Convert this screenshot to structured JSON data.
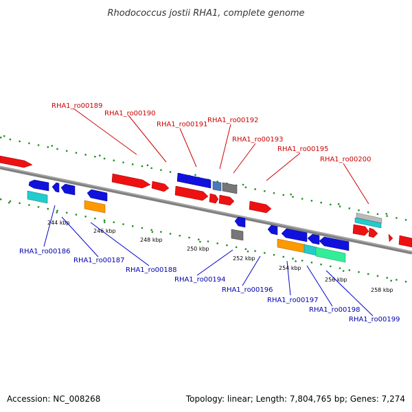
{
  "title": "Rhodococcus jostii RHA1, complete genome",
  "footer": {
    "accession": "Accession: NC_008268",
    "summary": "Topology: linear; Length: 7,804,765 bp; Genes: 7,274"
  },
  "colors": {
    "backbone": "#808080",
    "tick_marks": "#228B22",
    "top_labels": "#cc0000",
    "bottom_labels": "#0000aa",
    "red": "#ee1111",
    "blue": "#1111dd",
    "cyan": "#22cccc",
    "orange": "#ff9900",
    "gray": "#777777",
    "lightgray": "#bbbbbb",
    "steelblue": "#4a7ab5",
    "green": "#33ee99"
  },
  "ticks": [
    {
      "label": "244 kbp"
    },
    {
      "label": "246 kbp"
    },
    {
      "label": "248 kbp"
    },
    {
      "label": "250 kbp"
    },
    {
      "label": "252 kbp"
    },
    {
      "label": "254 kbp"
    },
    {
      "label": "256 kbp"
    },
    {
      "label": "258 kbp"
    }
  ],
  "labels_top": [
    {
      "id": "RHA1_ro00189"
    },
    {
      "id": "RHA1_ro00190"
    },
    {
      "id": "RHA1_ro00191"
    },
    {
      "id": "RHA1_ro00192"
    },
    {
      "id": "RHA1_ro00193"
    },
    {
      "id": "RHA1_ro00195"
    },
    {
      "id": "RHA1_ro00200"
    }
  ],
  "labels_bottom": [
    {
      "id": "RHA1_ro00186"
    },
    {
      "id": "RHA1_ro00187"
    },
    {
      "id": "RHA1_ro00188"
    },
    {
      "id": "RHA1_ro00194"
    },
    {
      "id": "RHA1_ro00196"
    },
    {
      "id": "RHA1_ro00197"
    },
    {
      "id": "RHA1_ro00198"
    },
    {
      "id": "RHA1_ro00199"
    }
  ]
}
